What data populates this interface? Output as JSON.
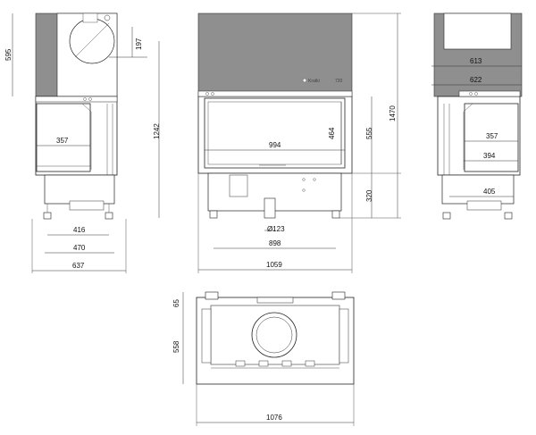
{
  "brand": {
    "name": "Kratki",
    "model": "720"
  },
  "colors": {
    "body": "#8f8f8f",
    "line": "#222222",
    "background": "#ffffff"
  },
  "dimensions": {
    "left_view": {
      "height_top": "595",
      "flue_offset": "197",
      "glass_width": "357",
      "total_height": "1242",
      "leg_spacing": "416",
      "base_width": "470",
      "overall_width": "637"
    },
    "front_view": {
      "glass_width": "994",
      "glass_height": "464",
      "door_height": "555",
      "total_height": "1470",
      "base_height": "320",
      "flue_diameter": "Ø123",
      "base_width": "898",
      "overall_width": "1059"
    },
    "right_view": {
      "top_width": "613",
      "body_width": "622",
      "glass_width_a": "357",
      "glass_width_b": "394",
      "base_width": "405"
    },
    "top_view": {
      "front_offset": "65",
      "depth": "558",
      "overall_width": "1076"
    }
  }
}
